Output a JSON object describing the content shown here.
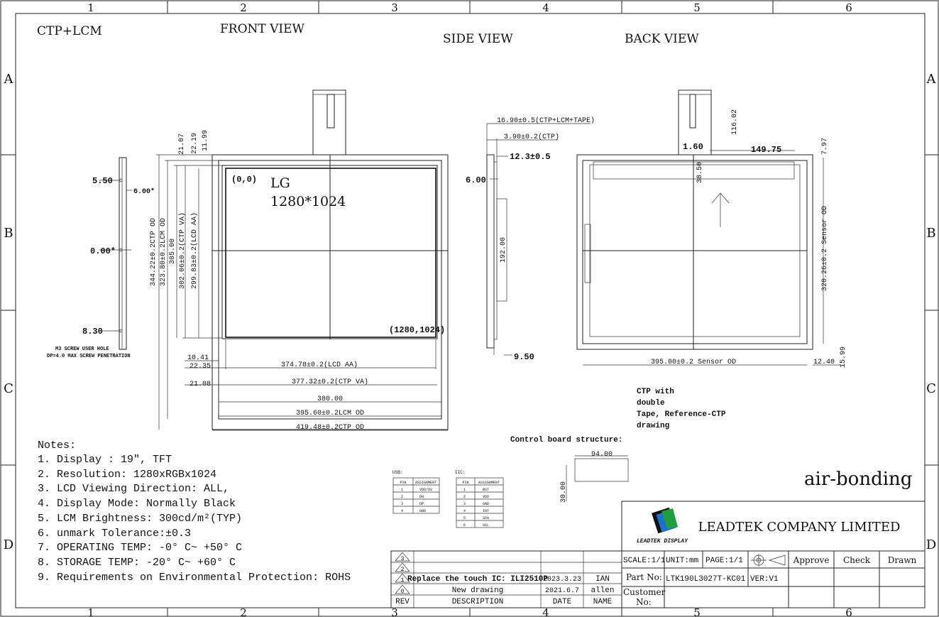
{
  "frame": {
    "columns": [
      "1",
      "2",
      "3",
      "4",
      "5",
      "6"
    ],
    "rows": [
      "A",
      "B",
      "C",
      "D"
    ]
  },
  "views": {
    "ctp_lcm": "CTP+LCM",
    "front": "FRONT VIEW",
    "side": "SIDE VIEW",
    "back": "BACK VIEW"
  },
  "left_side": {
    "dims": [
      "5.50",
      "6.00*",
      "0.00*",
      "8.30"
    ],
    "screw_note_1": "M3 SCREW USER HOLE",
    "screw_note_2": "DP=4.0 MAX SCREW PENETRATION"
  },
  "front": {
    "origin_label": "(0,0)",
    "panel_brand": "LG",
    "panel_res": "1280*1024",
    "end_label": "(1280,1024)",
    "top_dims": [
      "21.07",
      "22.19",
      "11.99"
    ],
    "vertical_dims": [
      "344.22±0.2CTP OD",
      "323.80±0.2LCM OD",
      "305.00",
      "302.06±0.2(CTP VA)",
      "299.83±0.2(LCD AA)"
    ],
    "left_offsets": [
      "10.41",
      "22.35",
      "21.08"
    ],
    "horizontal_dims": [
      "374.78±0.2(LCD AA)",
      "377.32±0.2(CTP VA)",
      "380.00",
      "395.60±0.2LCM OD",
      "419.48±0.2CTP OD"
    ]
  },
  "side": {
    "dims": [
      "16.90±0.5(CTP+LCM+TAPE)",
      "3.90±0.2(CTP)",
      "12.3±0.5",
      "6.00",
      "192.00",
      "9.50"
    ]
  },
  "back": {
    "dims": [
      "116.02",
      "1.60",
      "149.75",
      "7.97",
      "38.50",
      "320.26±0.2 Sensor OD",
      "395.00±0.2 Sensor OD",
      "12.40",
      "15.99"
    ]
  },
  "ctp_note": [
    "CTP with",
    "double",
    "Tape, Reference-CTP",
    "drawing"
  ],
  "control_board": {
    "title": "Control board structure:",
    "width": "94.00",
    "height": "30.00"
  },
  "pin_tables": {
    "usb": {
      "label": "USB:",
      "header": [
        "PIN",
        "ASSIGNMENT"
      ],
      "rows": [
        [
          "1",
          "VDD/5V"
        ],
        [
          "2",
          "DN"
        ],
        [
          "3",
          "DP"
        ],
        [
          "4",
          "GND"
        ]
      ]
    },
    "iic": {
      "label": "IIC:",
      "header": [
        "PIN",
        "ASSIGNMENT"
      ],
      "rows": [
        [
          "1",
          "RST"
        ],
        [
          "2",
          "VDD"
        ],
        [
          "3",
          "GND"
        ],
        [
          "4",
          "INT"
        ],
        [
          "5",
          "SDA"
        ],
        [
          "6",
          "SCL"
        ]
      ]
    }
  },
  "notes": {
    "title": "Notes:",
    "items": [
      "1. Display : 19\",  TFT",
      "2. Resolution: 1280xRGBx1024",
      "3. LCD Viewing Direction: ALL,",
      "4. Display Mode: Normally Black",
      "5. LCM Brightness: 300cd/m²(TYP)",
      "6. unmark Tolerance:±0.3",
      "7. OPERATING TEMP: -0° C~ +50° C",
      "8. STORAGE TEMP: -20° C~ +60° C",
      "9. Requirements on Environmental Protection: ROHS"
    ]
  },
  "air_bonding": "air-bonding",
  "title_block": {
    "logo_text": "LEADTEK DISPLAY",
    "company": "LEADTEK COMPANY LIMITED",
    "scale": "SCALE:1/1",
    "unit": "UNIT:mm",
    "page": "PAGE:1/1",
    "approve": "Approve",
    "check": "Check",
    "drawn": "Drawn",
    "part_no_label": "Part No:",
    "part_no": "LTK190L3027T-KC01",
    "ver": "VER:V1",
    "customer_label_1": "Customer",
    "customer_label_2": "No:"
  },
  "revision": {
    "rows": [
      {
        "rev": "3",
        "description": "",
        "date": "",
        "name": ""
      },
      {
        "rev": "2",
        "description": "",
        "date": "",
        "name": ""
      },
      {
        "rev": "1",
        "description": "Replace the touch IC: ILI2510P",
        "date": "2023.3.23",
        "name": "IAN"
      },
      {
        "rev": "0",
        "description": "New drawing",
        "date": "2021.6.7",
        "name": "allen"
      }
    ],
    "header": {
      "rev": "REV",
      "description": "DESCRIPTION",
      "date": "DATE",
      "name": "NAME"
    }
  },
  "colors": {
    "line": "#222222",
    "logo_green": "#1e9e3c",
    "logo_blue": "#1a6fd0",
    "logo_black": "#111111"
  }
}
